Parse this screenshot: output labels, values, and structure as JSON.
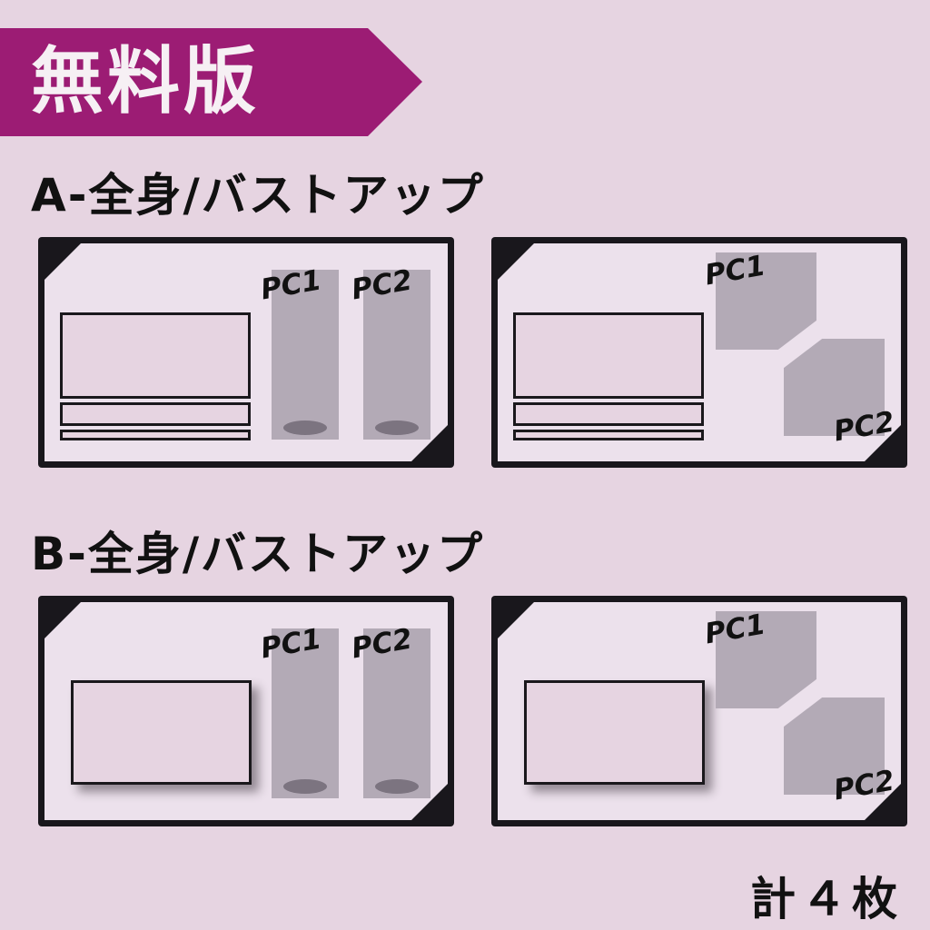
{
  "banner": {
    "label": "無料版",
    "color": "#9c1c74"
  },
  "sections": [
    {
      "heading": "A-全身/バストアップ",
      "cards": [
        {
          "layout": "full-body",
          "labels": [
            "PC1",
            "PC2"
          ]
        },
        {
          "layout": "bust-up",
          "labels": [
            "PC1",
            "PC2"
          ]
        }
      ]
    },
    {
      "heading": "B-全身/バストアップ",
      "cards": [
        {
          "layout": "full-body",
          "labels": [
            "PC1",
            "PC2"
          ]
        },
        {
          "layout": "bust-up",
          "labels": [
            "PC1",
            "PC2"
          ]
        }
      ]
    }
  ],
  "total": "計４枚",
  "colors": {
    "background": "#e6d4e1",
    "frame": "#19171c",
    "panel": "#ece1ec",
    "placeholder": "#b3aab6"
  }
}
